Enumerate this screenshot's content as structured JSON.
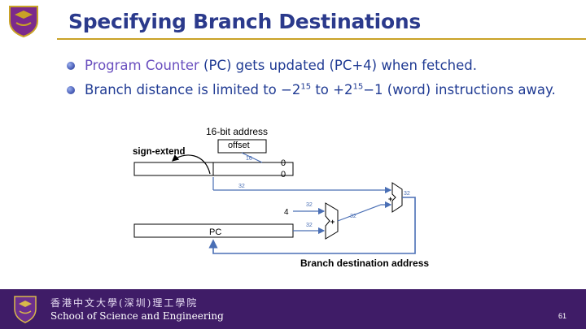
{
  "slide": {
    "title": "Specifying Branch Destinations",
    "bullets": [
      {
        "highlight": "Program Counter",
        "rest": " (PC) gets updated (PC+4) when fetched."
      },
      {
        "pre": "Branch distance is limited to −2",
        "exp1": "15",
        "mid": " to +2",
        "exp2": "15",
        "post": "−1 (word) instructions away."
      }
    ]
  },
  "diagram": {
    "address_label": "16-bit address",
    "offset_label": "offset",
    "sign_extend_label": "sign-extend",
    "bits_16": "16",
    "zero_top": "0",
    "zero_bottom": "0",
    "bits_32_a": "32",
    "bits_32_b": "32",
    "bits_32_c": "32",
    "bits_32_d": "32",
    "bits_32_e": "32",
    "const_4": "4",
    "pc_label": "PC",
    "plus_upper": "+",
    "plus_lower": "+",
    "destination_label": "Branch destination address"
  },
  "footer": {
    "school_cn": "香港中文大學(深圳)理工學院",
    "school_en": "School of Science and Engineering",
    "page_number": "61"
  },
  "colors": {
    "title": "#2b3a8c",
    "accent_rule": "#c9a227",
    "footer_bg": "#3f1c67",
    "wire": "#4a6fb5",
    "highlight": "#6a4fbf"
  }
}
